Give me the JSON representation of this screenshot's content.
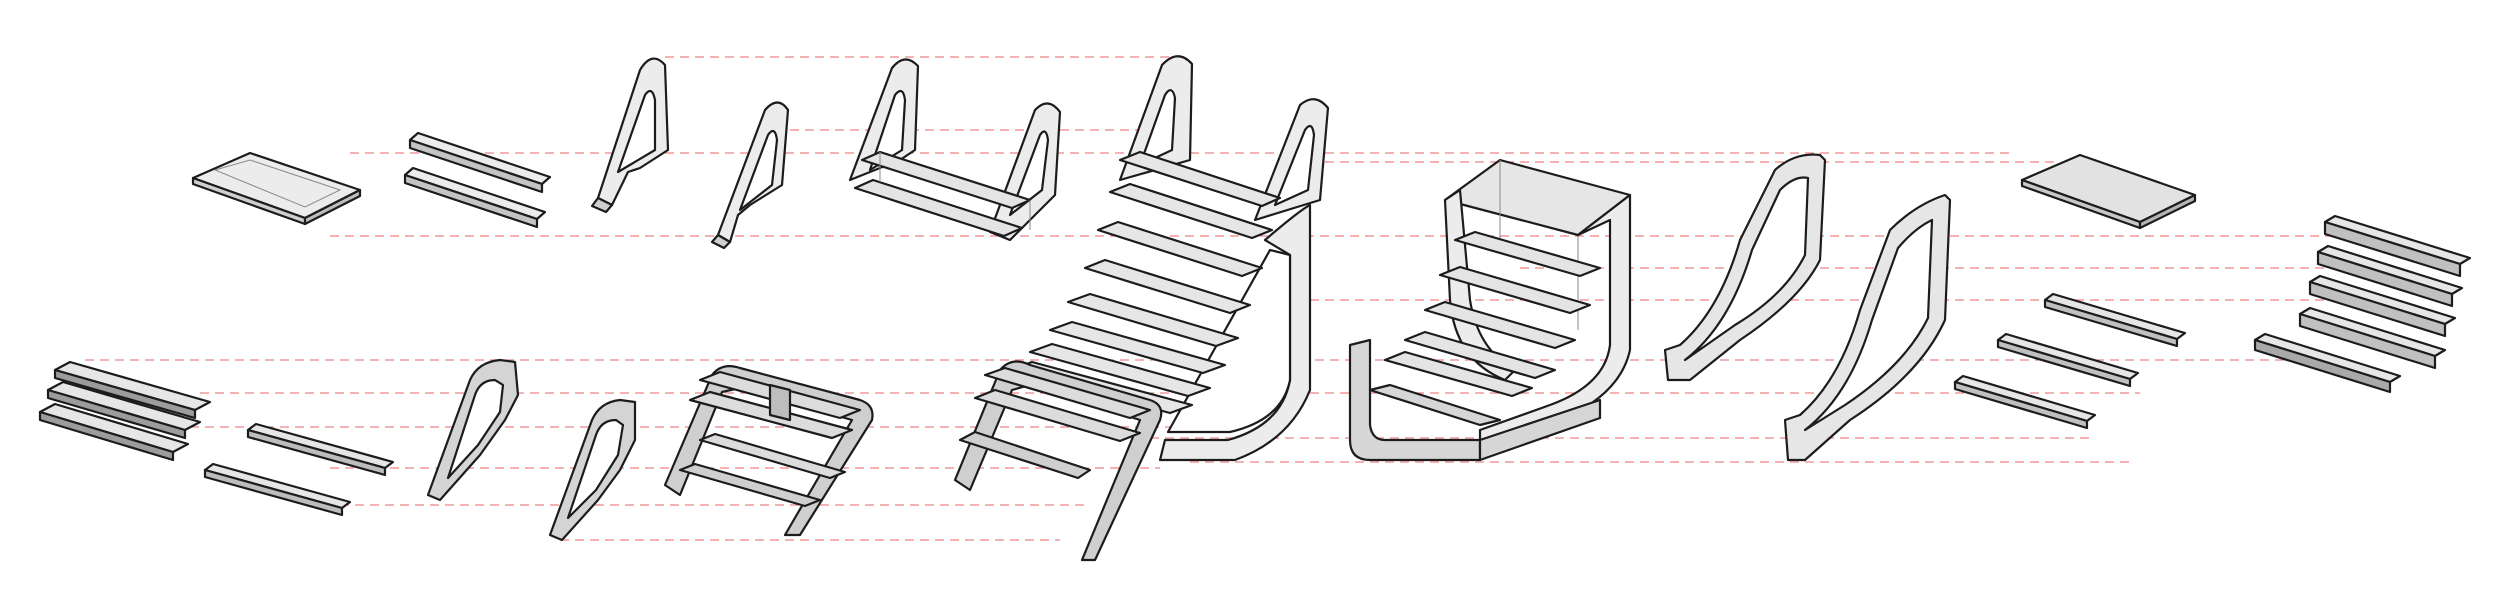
{
  "colors": {
    "background": "#ffffff",
    "guide_line": "#e5595f",
    "outline": "#1c1c1c",
    "face_light": "#ededed",
    "face_mid": "#cfcfcf",
    "face_dark": "#b5b5b5"
  },
  "guide_line_style": "dashed",
  "stages": {
    "top_row": [
      "seat-panel",
      "slat-pair",
      "side-frame-left",
      "side-frame-right",
      "backrest-assembly",
      "full-lounger"
    ],
    "bottom_row": [
      "slat-trio",
      "slat-pair",
      "side-frame-left",
      "side-frame-right",
      "footrest-assembly",
      "full-lounger"
    ],
    "right_group": [
      "lounger-frame-assembly",
      "side-frame-left",
      "side-frame-right",
      "seat-panel",
      "slat-trio",
      "slat-stack"
    ]
  }
}
